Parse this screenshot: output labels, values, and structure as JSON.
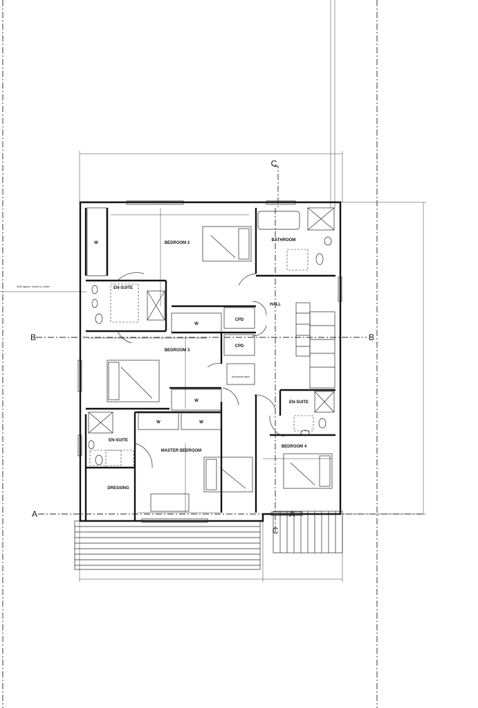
{
  "rooms": {
    "bedroom2": "BEDROOM 2",
    "bathroom": "BATHROOM",
    "ensuite_top": "EN-SUITE",
    "hall": "HALL",
    "cpd_top": "CPD",
    "cpd_bottom": "CPD",
    "bedroom3": "BEDROOM 3",
    "ensuite_right": "EN-SUITE",
    "ensuite_left": "EN-SUITE",
    "master_bedroom": "MASTER BEDROOM",
    "bedroom4": "BEDROOM 4",
    "dressing": "DRESSING"
  },
  "wardrobes": {
    "w1": "W",
    "w2": "W",
    "w3": "W",
    "w4": "W",
    "w5": "W"
  },
  "notes": {
    "boundary": "5200 approx. Centre to Centre",
    "loft_hatch": "loft access hatch"
  },
  "sections": {
    "c_top": "C",
    "c_bottom": "C",
    "b_left": "B",
    "b_right": "B",
    "a_left": "A",
    "a_right": "A"
  }
}
